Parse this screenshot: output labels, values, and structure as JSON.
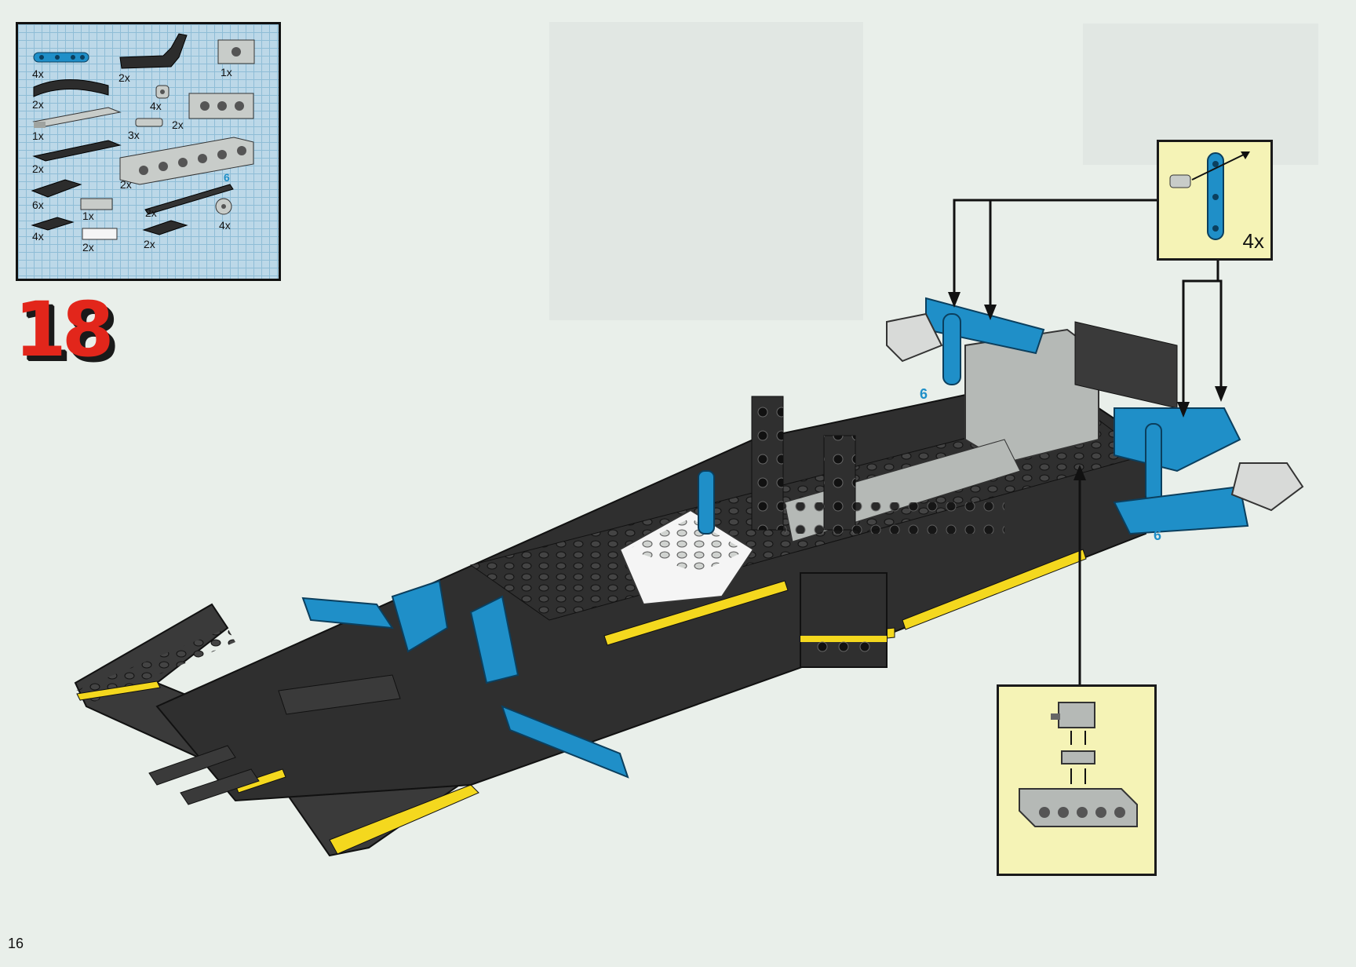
{
  "step": {
    "number": "18"
  },
  "page": {
    "number": "16"
  },
  "parts_list": [
    {
      "qty": "4x",
      "icon": "blue-liftarm-icon"
    },
    {
      "qty": "2x",
      "icon": "black-l-liftarm-icon"
    },
    {
      "qty": "1x",
      "icon": "gray-technic-brick-1x2-icon"
    },
    {
      "qty": "2x",
      "icon": "black-curved-plate-icon"
    },
    {
      "qty": "4x",
      "icon": "gray-bushing-icon"
    },
    {
      "qty": "1x",
      "icon": "gray-plate-1x6-icon"
    },
    {
      "qty": "3x",
      "icon": "gray-axle-pin-icon"
    },
    {
      "qty": "2x",
      "icon": "gray-technic-brick-1x4-icon"
    },
    {
      "qty": "2x",
      "icon": "black-plate-1x6-icon"
    },
    {
      "qty": "2x",
      "icon": "gray-technic-brick-1x8-icon"
    },
    {
      "qty": "6x",
      "icon": "black-plate-1x3-icon"
    },
    {
      "qty": "1x",
      "icon": "gray-plate-1x2-icon"
    },
    {
      "qty": "2x",
      "icon": "black-axle-6-icon"
    },
    {
      "qty": "4x",
      "icon": "gray-gear-icon"
    },
    {
      "qty": "4x",
      "icon": "black-plate-2x2-icon"
    },
    {
      "qty": "2x",
      "icon": "white-plate-1x2-icon"
    },
    {
      "qty": "2x",
      "icon": "black-plate-2x2-icon"
    }
  ],
  "axle_length_label": "6",
  "callout_top": {
    "qty": "4x"
  },
  "model_labels": [
    "6",
    "6"
  ],
  "colors": {
    "technic_blue": "#1f8fc8",
    "brick_black": "#2c2c2c",
    "brick_gray": "#b5b9b6",
    "stripe_yellow": "#f4d81e",
    "step_red": "#e2261b",
    "callout_yellow": "#f5f3b6"
  }
}
